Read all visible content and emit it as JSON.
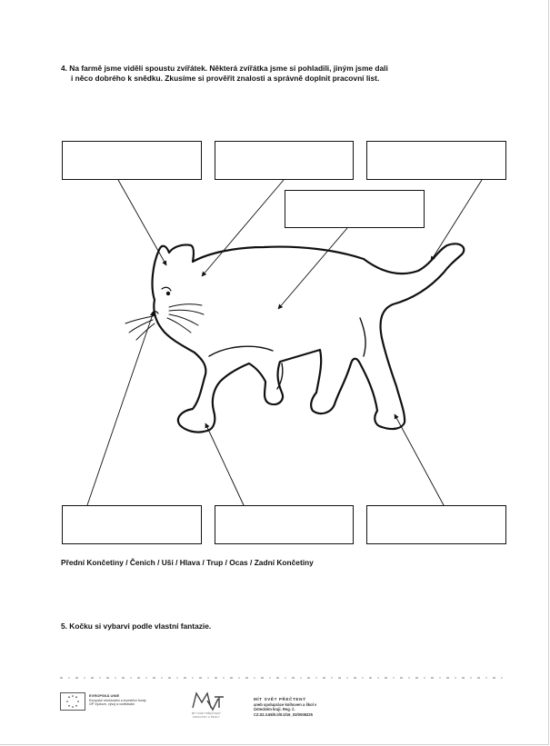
{
  "task4": {
    "line1": "4. Na farmě jsme viděli spoustu zvířátek. Některá zvířátka jsme si pohladili, jiným jsme dali",
    "line2": "i něco dobrého k  snědku. Zkusíme si prověřit znalosti a správně doplnit pracovní list."
  },
  "answer_options": "Přední Končetiny / Čenich / Uši / Hlava / Trup / Ocas / Zadní Končetiny",
  "task5": "5. Kočku si vybarvi podle vlastní fantazie.",
  "footer": {
    "eu_title": "EVROPSKÁ UNIE",
    "eu_line1": "Evropské strukturální a investiční fondy",
    "eu_line2": "OP Výzkum, vývoj a vzdělávání",
    "mvt_sub": "MÍT SVĚT PŘEČTENÝ  KNIHOVNY A ŠKOLY",
    "project_title": "MÍT SVĚT PŘEČTENÝ",
    "project_line1": "aneb spolupráce knihoven a škol v",
    "project_line2": "Ústeckém kraji.  Reg. č.",
    "project_line3": "CZ.02.3.68/0.0/0.0/16_03/0008225"
  },
  "colors": {
    "ink": "#111111",
    "border": "#d0d0d0"
  }
}
